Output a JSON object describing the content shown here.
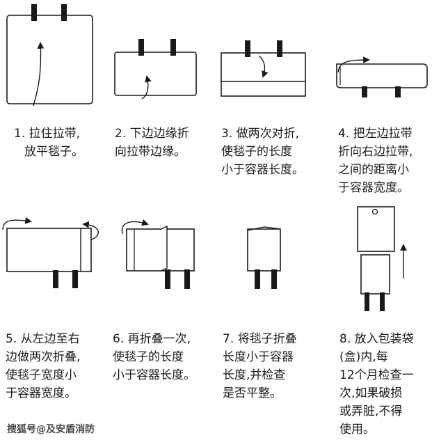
{
  "steps": [
    {
      "lines": [
        "1. 拉住拉带,",
        "放平毯子。"
      ]
    },
    {
      "lines": [
        "2. 下边边缘折",
        "向拉带边缘。"
      ]
    },
    {
      "lines": [
        "3. 做两次对折,",
        "使毯子的长度",
        "小于容器长度。"
      ]
    },
    {
      "lines": [
        "4. 把左边拉带",
        "折向右边拉带,",
        "之间的距离小",
        "于容器宽度。"
      ]
    },
    {
      "lines": [
        "5. 从左边至右",
        "边做两次折叠,",
        "使毯子宽度小",
        "于容器宽度。"
      ]
    },
    {
      "lines": [
        "6. 再折叠一次,",
        "使毯子的长度",
        "小于容器长度。"
      ]
    },
    {
      "lines": [
        "7. 将毯子折叠",
        "长度小于容器",
        "长度,并检查",
        "是否平整。"
      ]
    },
    {
      "lines": [
        "8. 放入包装袋",
        "(盒)内,每",
        "12个月检查一",
        "次,如果破损",
        "或弄脏,不得",
        "使用。"
      ]
    }
  ],
  "watermark": "搜狐号@及安盾消防"
}
